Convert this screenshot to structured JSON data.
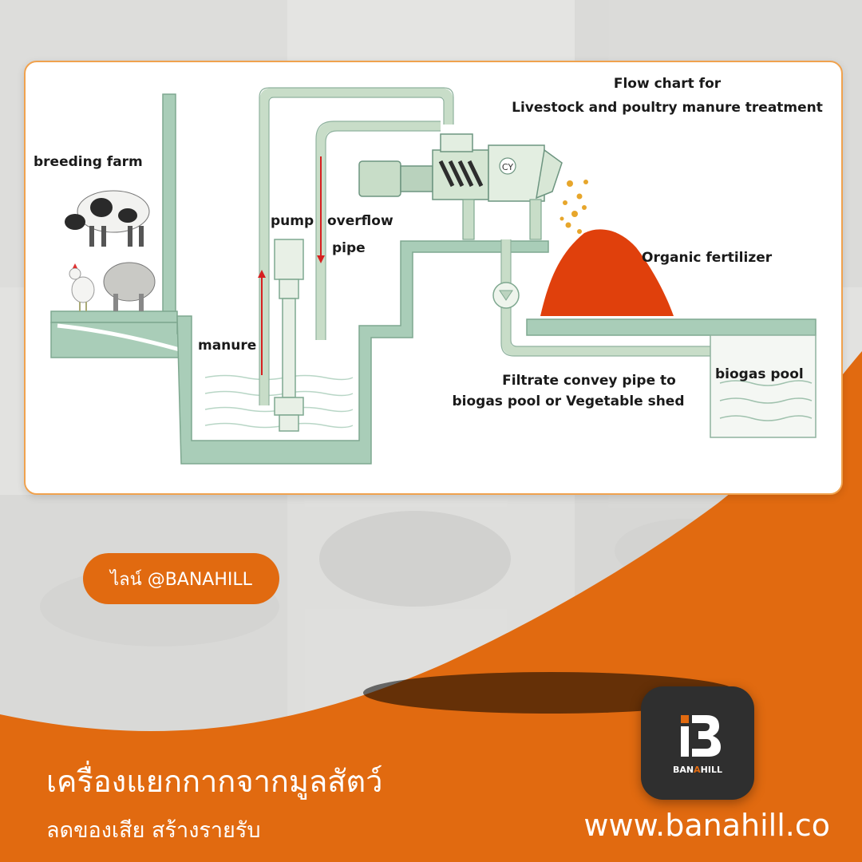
{
  "diagram": {
    "title_line1": "Flow chart for",
    "title_line2": "Livestock and poultry  manure treatment",
    "labels": {
      "breeding_farm": "breeding farm",
      "pump": "pump",
      "overflow": "overflow",
      "pipe": "pipe",
      "manure": "manure",
      "organic_fertilizer": "Organic fertilizer",
      "filtrate_line1": "Filtrate convey pipe to",
      "filtrate_line2": "biogas pool or Vegetable shed",
      "biogas_pool": "biogas pool",
      "machine_mark": "CY"
    }
  },
  "line_badge": "ไลน์ @BANAHILL",
  "headline": "เครื่องแยกกากจากมูลสัตว์",
  "subline": "ลดของเสีย สร้างรายรับ",
  "website": "www.banahill.co",
  "logo": {
    "text_dark": "BAN",
    "text_accent": "A",
    "text_end": "HILL",
    "icon": "banahill-logo-icon"
  },
  "colors": {
    "brand_orange": "#e16a10",
    "pool_green": "#a9cdb8",
    "fertilizer": "#e0400c",
    "logo_bg": "#2f2f2f"
  }
}
